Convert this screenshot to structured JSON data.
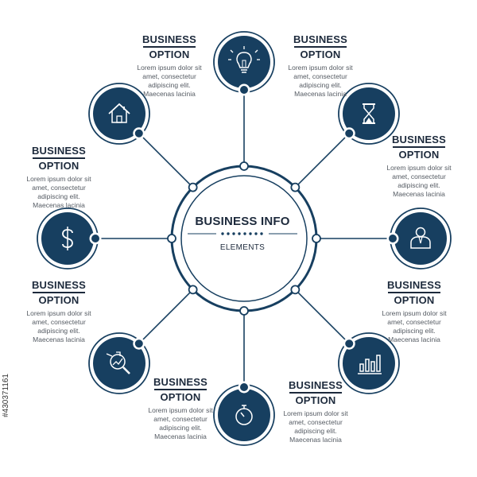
{
  "center": {
    "title": "BUSINESS INFO",
    "subtitle": "ELEMENTS"
  },
  "options": [
    {
      "id": "top",
      "icon": "lightbulb-icon",
      "title_line1": "BUSINESS",
      "title_line2": "OPTION",
      "text": [
        "Lorem ipsum dolor sit",
        "amet, consectetur",
        "adipiscing elit.",
        "Maecenas lacinia"
      ]
    },
    {
      "id": "top-right",
      "icon": "hourglass-icon",
      "title_line1": "BUSINESS",
      "title_line2": "OPTION",
      "text": [
        "Lorem ipsum dolor sit",
        "amet, consectetur",
        "adipiscing elit.",
        "Maecenas lacinia"
      ]
    },
    {
      "id": "right",
      "icon": "user-icon",
      "title_line1": "BUSINESS",
      "title_line2": "OPTION",
      "text": [
        "Lorem ipsum dolor sit",
        "amet, consectetur",
        "adipiscing elit.",
        "Maecenas lacinia"
      ]
    },
    {
      "id": "bottom-right",
      "icon": "bar-chart-icon",
      "title_line1": "BUSINESS",
      "title_line2": "OPTION",
      "text": [
        "Lorem ipsum dolor sit",
        "amet, consectetur",
        "adipiscing elit.",
        "Maecenas lacinia"
      ]
    },
    {
      "id": "bottom",
      "icon": "stopwatch-icon",
      "title_line1": "BUSINESS",
      "title_line2": "OPTION",
      "text": [
        "Lorem ipsum dolor sit",
        "amet, consectetur",
        "adipiscing elit.",
        "Maecenas lacinia"
      ]
    },
    {
      "id": "bottom-left",
      "icon": "magnifier-chart-icon",
      "title_line1": "BUSINESS",
      "title_line2": "OPTION",
      "text": [
        "Lorem ipsum dolor sit",
        "amet, consectetur",
        "adipiscing elit.",
        "Maecenas lacinia"
      ]
    },
    {
      "id": "left",
      "icon": "dollar-icon",
      "title_line1": "BUSINESS",
      "title_line2": "OPTION",
      "text": [
        "Lorem ipsum dolor sit",
        "amet, consectetur",
        "adipiscing elit.",
        "Maecenas lacinia"
      ]
    },
    {
      "id": "top-left",
      "icon": "home-icon",
      "title_line1": "BUSINESS",
      "title_line2": "OPTION",
      "text": [
        "Lorem ipsum dolor sit",
        "amet, consectetur",
        "adipiscing elit.",
        "Maecenas lacinia"
      ]
    }
  ],
  "stock_id": "#430371161",
  "colors": {
    "primary": "#173f60",
    "text_dark": "#1d2a3c",
    "text_body": "#555b63",
    "background": "#ffffff"
  }
}
